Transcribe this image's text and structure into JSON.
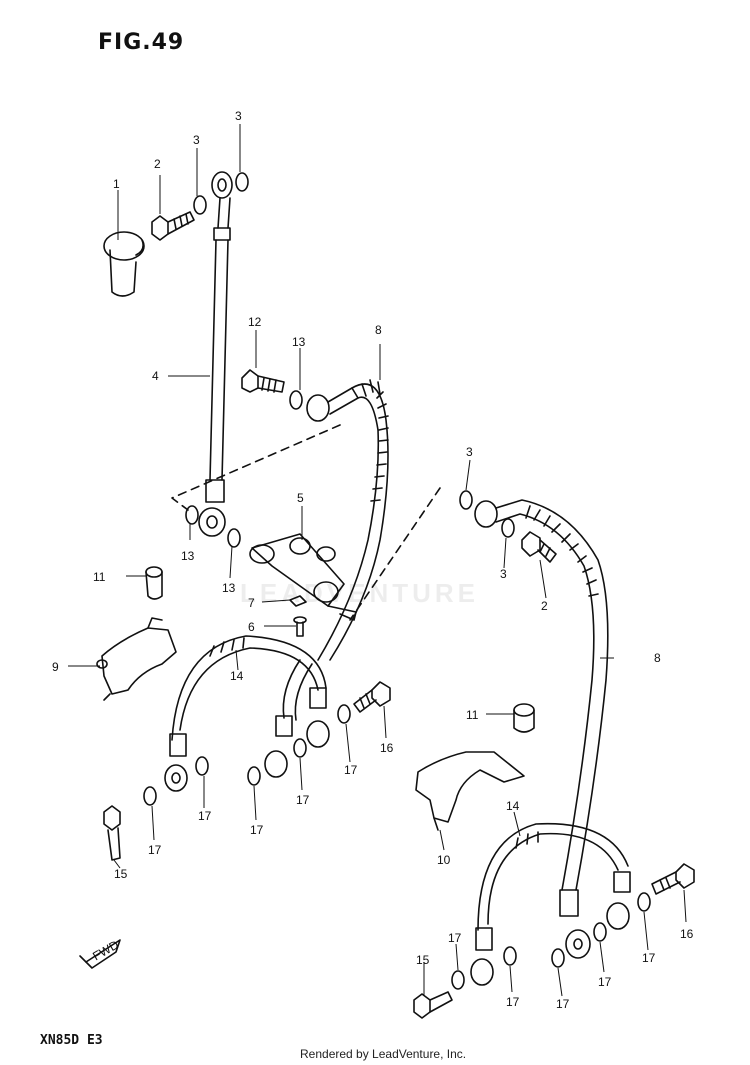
{
  "figure_label": "FIG.49",
  "model_code": "XN85D E3",
  "render_credit": "Rendered by LeadVenture, Inc.",
  "watermark": "LEADVENTURE",
  "callouts": [
    {
      "id": "c1",
      "text": "1"
    },
    {
      "id": "c2a",
      "text": "2"
    },
    {
      "id": "c3a",
      "text": "3"
    },
    {
      "id": "c3b",
      "text": "3"
    },
    {
      "id": "c12",
      "text": "12"
    },
    {
      "id": "c13a",
      "text": "13"
    },
    {
      "id": "c8a",
      "text": "8"
    },
    {
      "id": "c4",
      "text": "4"
    },
    {
      "id": "c13b",
      "text": "13"
    },
    {
      "id": "c13c",
      "text": "13"
    },
    {
      "id": "c5",
      "text": "5"
    },
    {
      "id": "c3c",
      "text": "3"
    },
    {
      "id": "c3d",
      "text": "3"
    },
    {
      "id": "c2b",
      "text": "2"
    },
    {
      "id": "c8b",
      "text": "8"
    },
    {
      "id": "c11a",
      "text": "11"
    },
    {
      "id": "c7",
      "text": "7"
    },
    {
      "id": "c6",
      "text": "6"
    },
    {
      "id": "c9",
      "text": "9"
    },
    {
      "id": "c14a",
      "text": "14"
    },
    {
      "id": "c16a",
      "text": "16"
    },
    {
      "id": "c11b",
      "text": "11"
    },
    {
      "id": "c17a",
      "text": "17"
    },
    {
      "id": "c17b",
      "text": "17"
    },
    {
      "id": "c17c",
      "text": "17"
    },
    {
      "id": "c17d",
      "text": "17"
    },
    {
      "id": "c17e",
      "text": "17"
    },
    {
      "id": "c15a",
      "text": "15"
    },
    {
      "id": "c10",
      "text": "10"
    },
    {
      "id": "c14b",
      "text": "14"
    },
    {
      "id": "c16b",
      "text": "16"
    },
    {
      "id": "c15b",
      "text": "15"
    },
    {
      "id": "c17f",
      "text": "17"
    },
    {
      "id": "c17g",
      "text": "17"
    },
    {
      "id": "c17h",
      "text": "17"
    },
    {
      "id": "c17i",
      "text": "17"
    },
    {
      "id": "c17j",
      "text": "17"
    }
  ],
  "fwd_label": "FWD"
}
